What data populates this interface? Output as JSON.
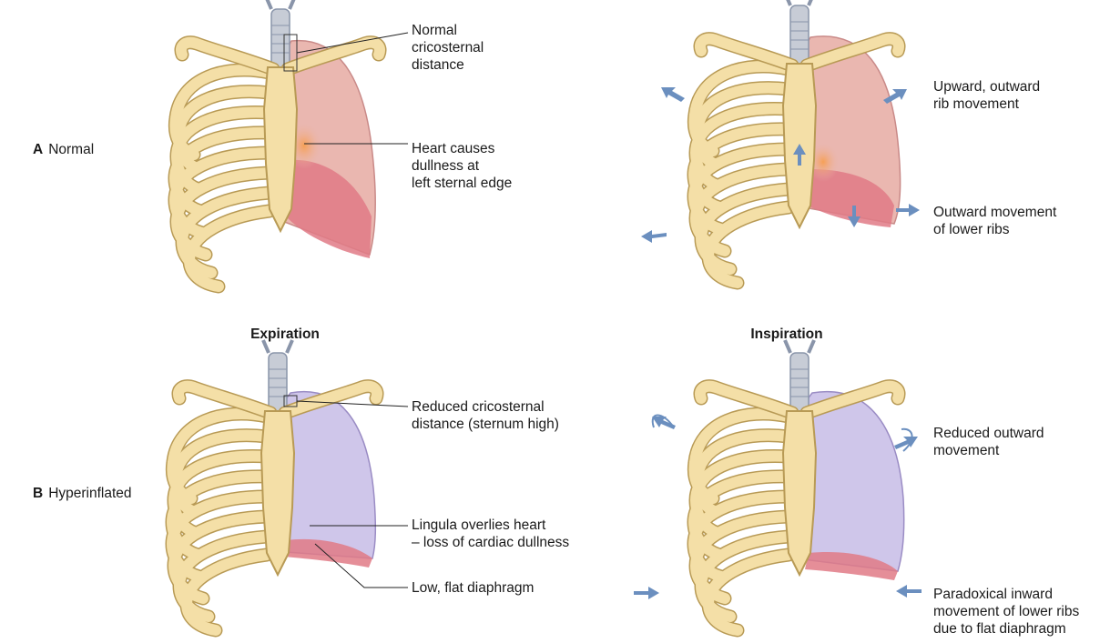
{
  "panels": {
    "a": {
      "letter": "A",
      "title": "Normal"
    },
    "b": {
      "letter": "B",
      "title": "Hyperinflated"
    }
  },
  "columns": {
    "left": "Expiration",
    "right": "Inspiration"
  },
  "annotations": {
    "normal_expiration": [
      [
        "Normal",
        "cricosternal",
        "distance"
      ],
      [
        "Heart causes",
        "dullness at",
        "left sternal edge"
      ]
    ],
    "normal_inspiration": [
      [
        "Upward, outward",
        "rib movement"
      ],
      [
        "Outward movement",
        "of lower ribs"
      ]
    ],
    "hyper_expiration": [
      [
        "Reduced cricosternal",
        "distance (sternum high)"
      ],
      [
        "Lingula overlies heart",
        "– loss of cardiac dullness"
      ],
      [
        "Low, flat diaphragm"
      ]
    ],
    "hyper_inspiration": [
      [
        "Reduced outward",
        "movement"
      ],
      [
        "Paradoxical inward",
        "movement of lower ribs",
        "due to flat diaphragm"
      ]
    ]
  },
  "colors": {
    "rib_fill": "#f4dfa7",
    "rib_outline": "#b89a55",
    "lung_normal": "#eab7b0",
    "lung_hyperinflated": "#cfc6ea",
    "diaphragm": "#e07a86",
    "heart": "#f08a55",
    "arrow": "#6b8fbf"
  }
}
